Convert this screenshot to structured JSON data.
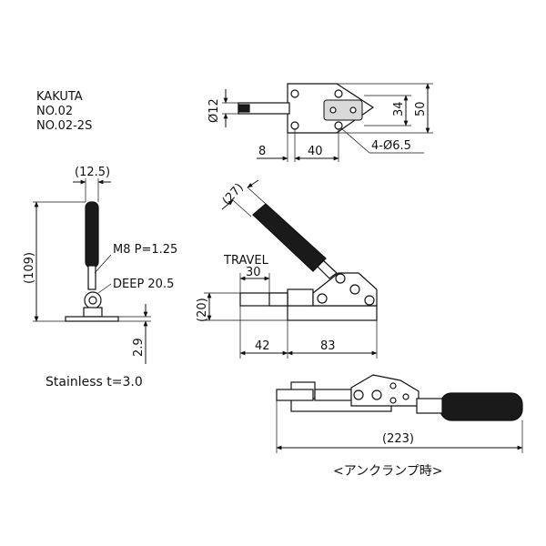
{
  "title_block": {
    "maker": "KAKUTA",
    "model_1": "NO.02",
    "model_2": "NO.02-2S"
  },
  "top_view": {
    "dim_rod_dia": "Ø12",
    "dim_width_inner": "34",
    "dim_width_outer": "50",
    "dim_left": "8",
    "dim_hole_pitch": "40",
    "dim_holes": "4-Ø6.5"
  },
  "side_view": {
    "dim_handle_width": "(12.5)",
    "dim_height": "(109)",
    "thread": "M8 P=1.25",
    "depth": "DEEP 20.5",
    "dim_base_thick": "2.9",
    "material": "Stainless t=3.0"
  },
  "front_view": {
    "dim_handle_angle": "(27)",
    "travel_label": "TRAVEL",
    "travel_value": "30",
    "dim_rod_height": "(20)",
    "dim_rod_length": "42",
    "dim_body_length": "83"
  },
  "unclamped_view": {
    "dim_total_length": "(223)",
    "caption": "<アンクランプ時>"
  },
  "colors": {
    "ink": "#111111",
    "handle": "#1a1a1a",
    "background": "#ffffff"
  }
}
